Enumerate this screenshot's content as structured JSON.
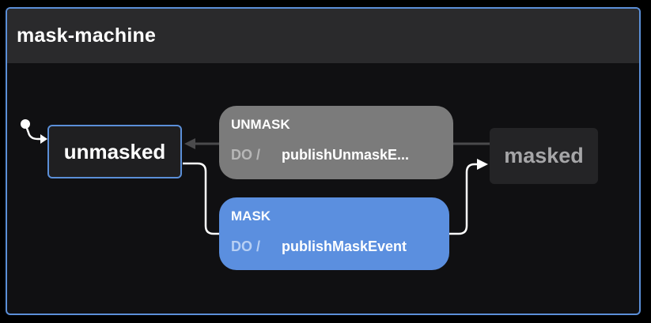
{
  "machine": {
    "title": "mask-machine"
  },
  "states": {
    "unmasked": "unmasked",
    "masked": "masked"
  },
  "transitions": {
    "unmask": {
      "event": "UNMASK",
      "do_label": "DO /",
      "action": "publishUnmaskE..."
    },
    "mask": {
      "event": "MASK",
      "do_label": "DO /",
      "action": "publishMaskEvent"
    }
  },
  "colors": {
    "accent": "#5b8fd8",
    "mask_transition": "#5b8fdf",
    "unmask_transition": "#7b7b7b",
    "background": "#101012"
  }
}
